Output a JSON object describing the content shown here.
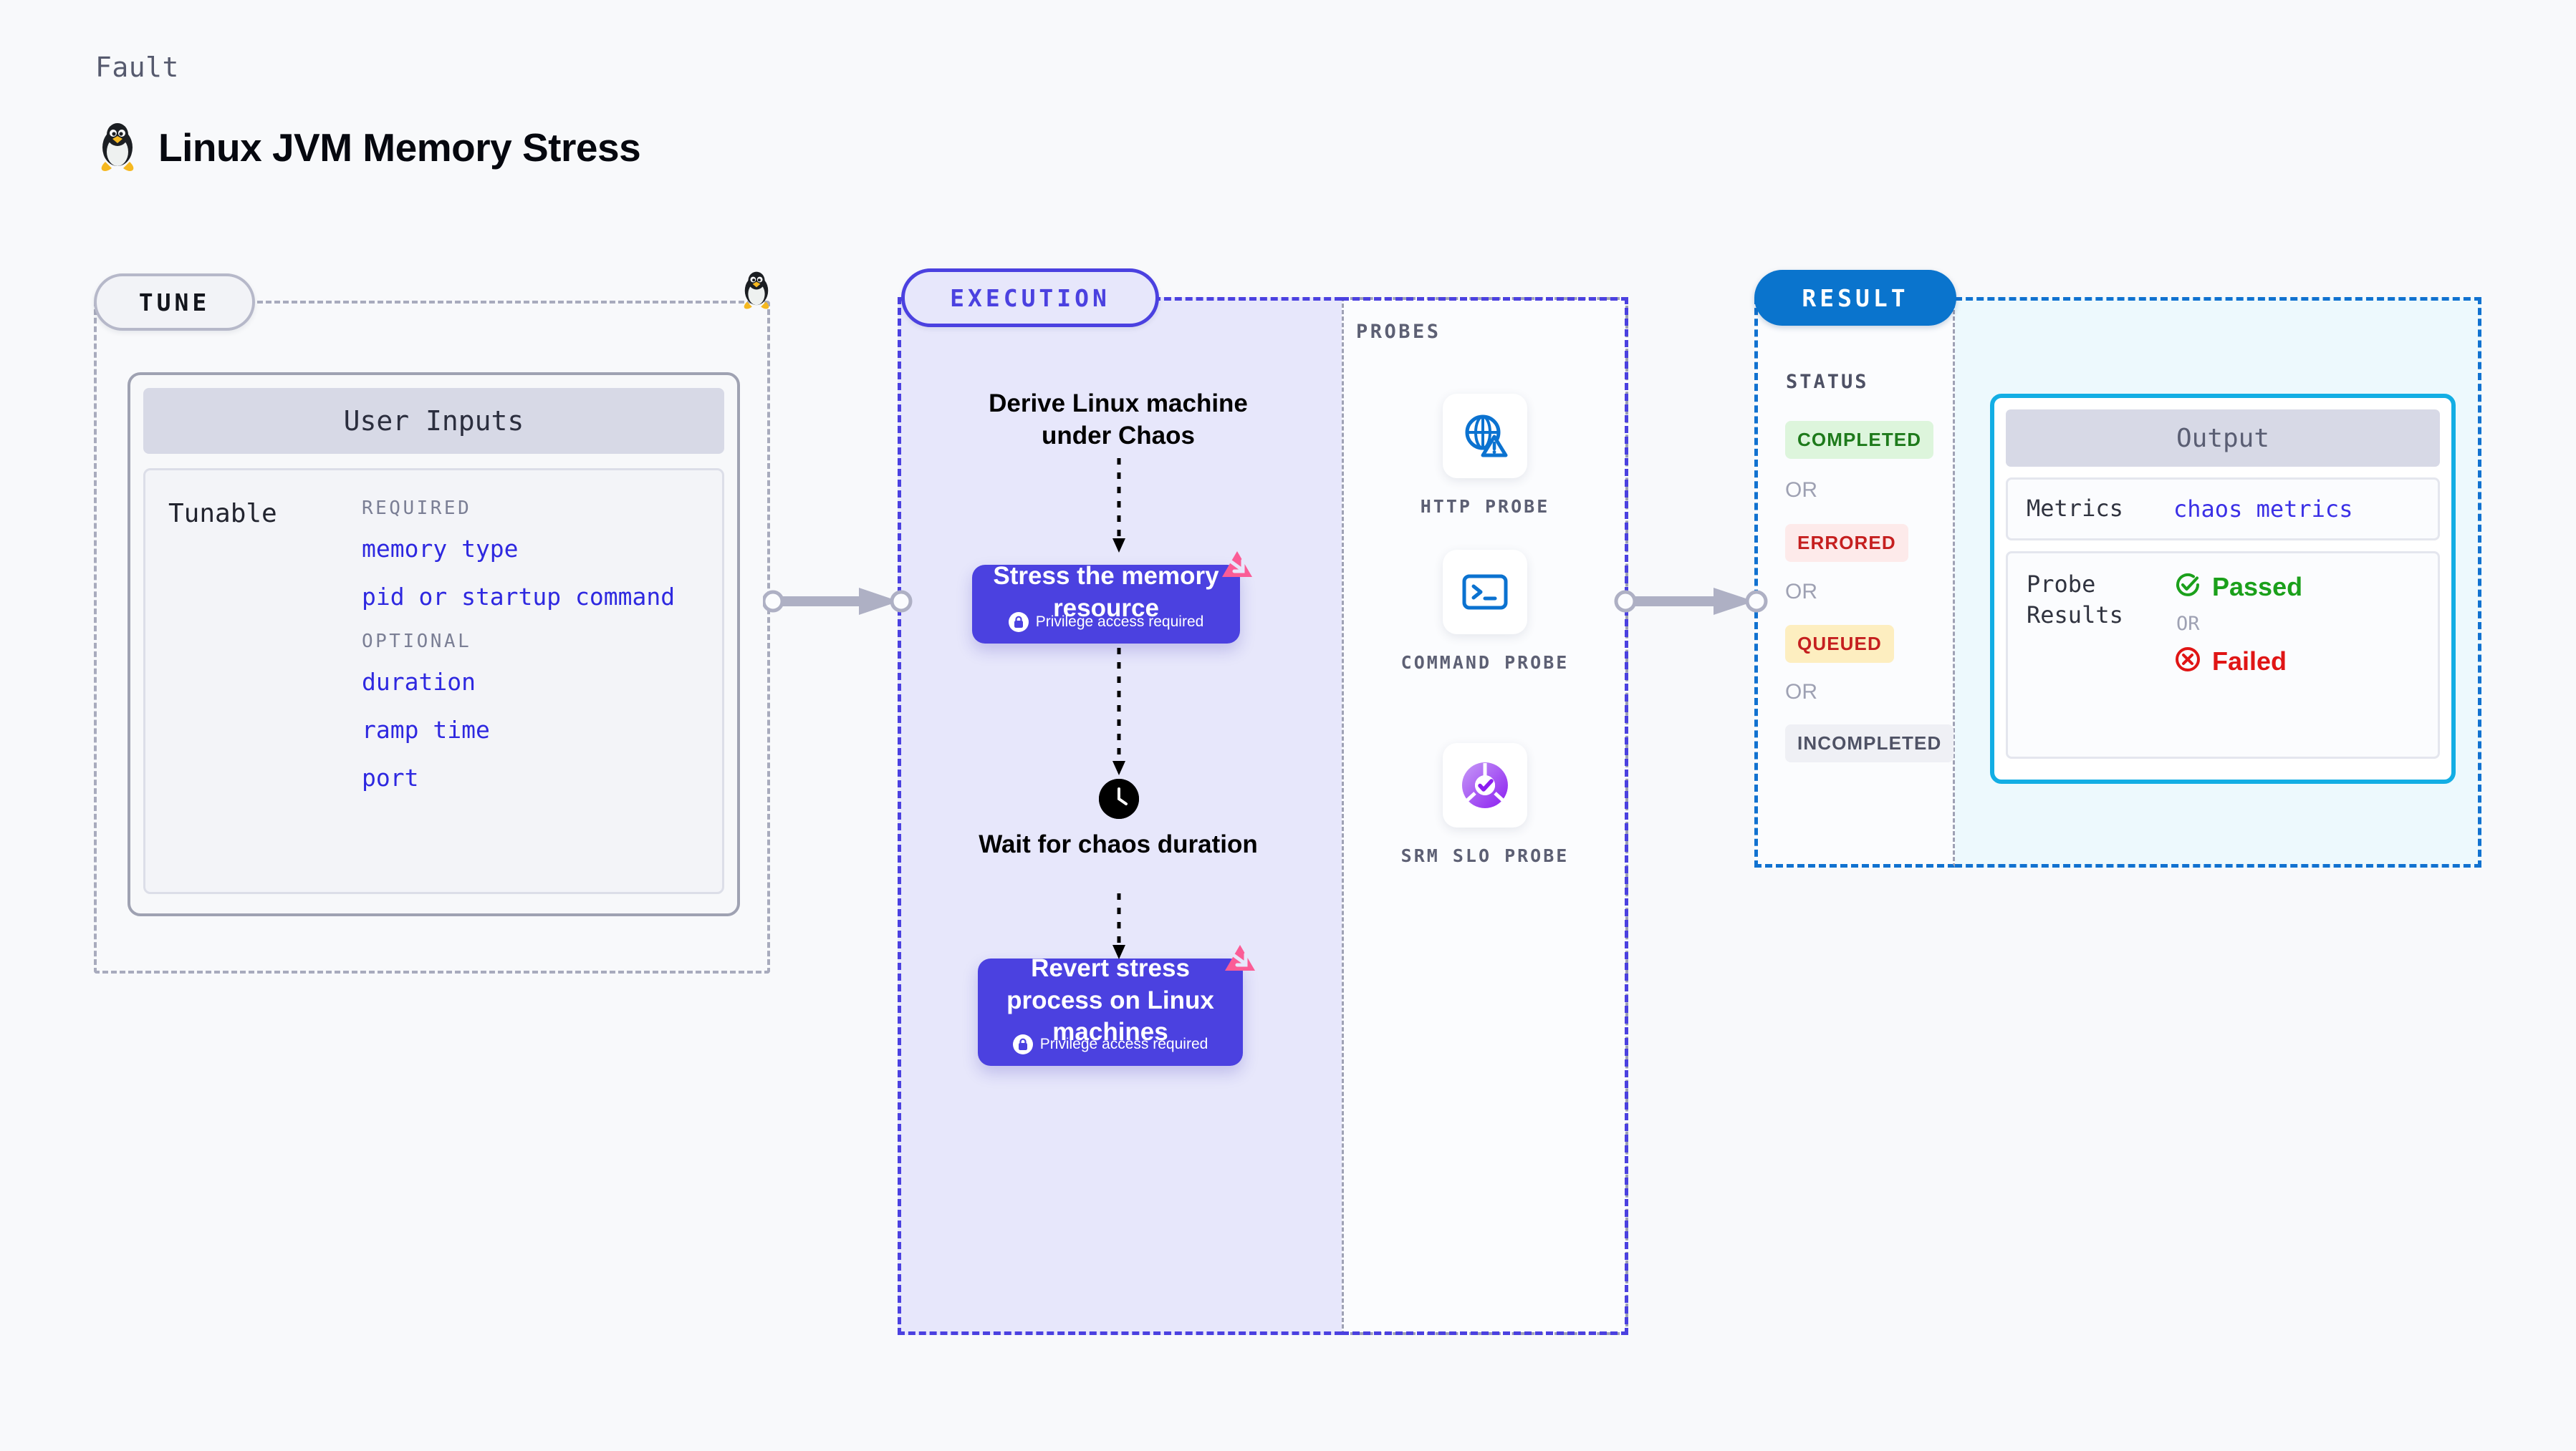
{
  "header": {
    "eyebrow": "Fault",
    "title": "Linux JVM Memory Stress",
    "icon": "linux-penguin-icon"
  },
  "tune": {
    "pill_label": "TUNE",
    "card_title": "User Inputs",
    "tunable_label": "Tunable",
    "groups": [
      {
        "label": "REQUIRED",
        "items": [
          "memory type",
          "pid or startup command"
        ]
      },
      {
        "label": "OPTIONAL",
        "items": [
          "duration",
          "ramp time",
          "port"
        ]
      }
    ]
  },
  "execution": {
    "pill_label": "EXECUTION",
    "steps": [
      {
        "type": "label",
        "text": "Derive Linux machine under Chaos"
      },
      {
        "type": "node",
        "text": "Stress the memory resource",
        "privilege": "Privilege access required"
      },
      {
        "type": "label",
        "text": "Wait for chaos duration",
        "icon": "clock-icon"
      },
      {
        "type": "node",
        "text": "Revert stress process on Linux machines",
        "privilege": "Privilege access required"
      }
    ]
  },
  "probes": {
    "title": "PROBES",
    "items": [
      {
        "icon": "http-globe-warning-icon",
        "label": "HTTP PROBE"
      },
      {
        "icon": "command-terminal-icon",
        "label": "COMMAND PROBE"
      },
      {
        "icon": "srm-slo-donut-check-icon",
        "label": "SRM SLO PROBE"
      }
    ]
  },
  "result": {
    "pill_label": "RESULT",
    "status_title": "STATUS",
    "or_label": "OR",
    "statuses": [
      {
        "label": "COMPLETED",
        "bg": "#ddf5dc",
        "fg": "#1e7a1b"
      },
      {
        "label": "ERRORED",
        "bg": "#fdeaea",
        "fg": "#c51f1f"
      },
      {
        "label": "QUEUED",
        "bg": "#fdeec0",
        "fg": "#c51f1f"
      },
      {
        "label": "INCOMPLETED",
        "bg": "#eff0f5",
        "fg": "#4f5265"
      }
    ]
  },
  "output": {
    "title": "Output",
    "metrics_key": "Metrics",
    "metrics_value": "chaos metrics",
    "probe_results_key": "Probe Results",
    "passed_label": "Passed",
    "or_label": "OR",
    "failed_label": "Failed"
  },
  "colors": {
    "accent_indigo": "#4b41e0",
    "accent_blue": "#0a74cd",
    "accent_cyan": "#13aee4",
    "litmus_pink": "#fb5c96",
    "page_bg": "#f8f9fb"
  }
}
